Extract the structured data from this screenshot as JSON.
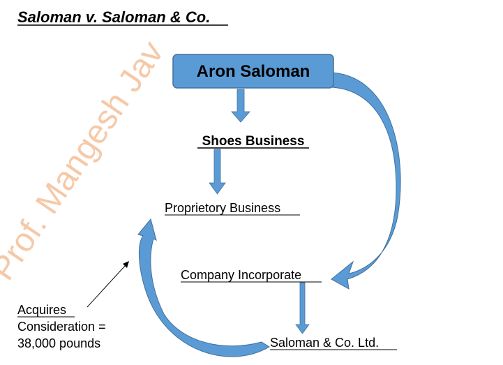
{
  "title": "Saloman v. Saloman & Co.",
  "watermark": "Prof. Mangesh Jav",
  "nodes": {
    "aron": "Aron Saloman",
    "shoes": "Shoes Business",
    "proprietory": "Proprietory Business",
    "company": "Company Incorporate",
    "ltd": "Saloman & Co. Ltd."
  },
  "annotation": {
    "line1": "Acquires",
    "line2": "Consideration =",
    "line3": "38,000 pounds"
  },
  "colors": {
    "box_fill": "#5b9bd5",
    "box_stroke": "#41719c",
    "arrow": "#5b9bd5",
    "arrow_dark": "#4a7fb5",
    "watermark": "#f2b98e"
  }
}
